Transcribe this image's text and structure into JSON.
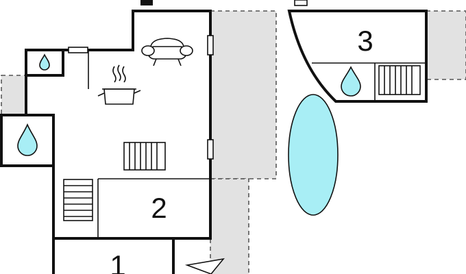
{
  "colors": {
    "wall": "#111111",
    "terrace": "#e2e2e2",
    "water": "#a8eef5",
    "background": "#ffffff"
  },
  "rooms": [
    {
      "number": "1"
    },
    {
      "number": "2"
    },
    {
      "number": "3"
    }
  ],
  "icons": [
    "sofa-icon",
    "cooking-pot-icon",
    "radiator-icon",
    "water-drop-icon",
    "staircase-icon",
    "window-icon",
    "pool-icon"
  ]
}
